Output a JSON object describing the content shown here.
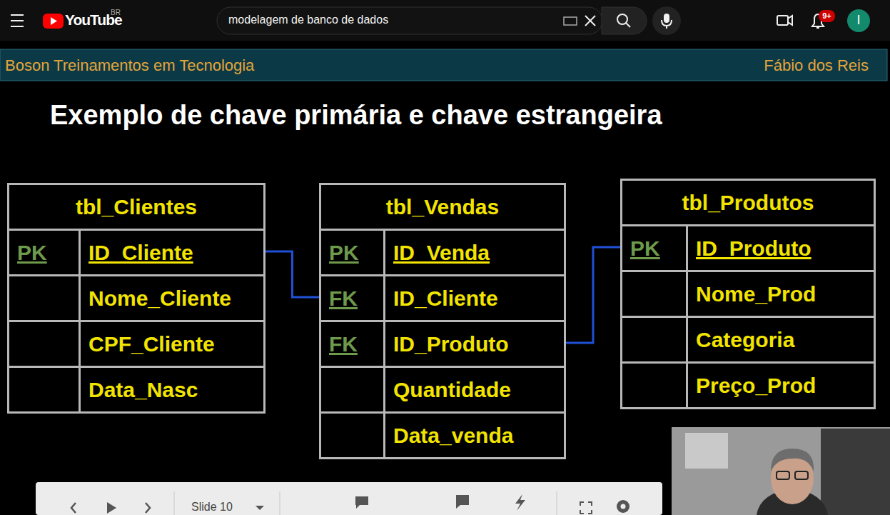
{
  "diagram": {
    "title": "Exemplo de chave primária e chave estrangeira",
    "nodes": [
      {
        "text": [
          "tbl_Clientes"
        ]
      },
      {
        "text": [
          "PK",
          "ID_Cliente"
        ],
        "in": 0
      },
      {
        "text": [
          "Nome_Cliente"
        ],
        "in": 0
      },
      {
        "text": [
          "CPF_Cliente"
        ],
        "in": 0
      },
      {
        "text": [
          "Data_Nasc"
        ],
        "in": 0
      },
      {
        "text": [
          "tbl_Vendas"
        ]
      },
      {
        "text": [
          "PK",
          "ID_Venda"
        ],
        "in": 5
      },
      {
        "text": [
          "FK",
          "ID_Cliente"
        ],
        "in": 5
      },
      {
        "text": [
          "FK",
          "ID_Produto"
        ],
        "in": 5
      },
      {
        "text": [
          "Quantidade"
        ],
        "in": 5
      },
      {
        "text": [
          "Data_venda"
        ],
        "in": 5
      },
      {
        "text": [
          "tbl_Produtos"
        ]
      },
      {
        "text": [
          "PK",
          "ID_Produto"
        ],
        "in": 11
      },
      {
        "text": [
          "Nome_Prod"
        ],
        "in": 11
      },
      {
        "text": [
          "Categoria"
        ],
        "in": 11
      },
      {
        "text": [
          "Preço_Prod"
        ],
        "in": 11
      }
    ],
    "edges": [
      {
        "from": 1,
        "to": 7,
        "arrow": "none"
      },
      {
        "from": 8,
        "to": 12,
        "arrow": "none"
      }
    ],
    "labels": [
      "YouTube",
      "BR",
      "modelagem de banco de dados",
      "9+",
      "I",
      "Boson Treinamentos em Tecnologia",
      "Fábio dos Reis",
      "Slide 10"
    ]
  }
}
